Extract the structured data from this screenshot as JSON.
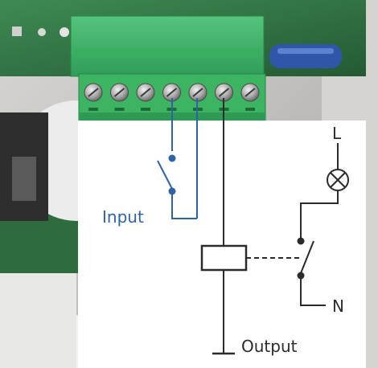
{
  "diagram": {
    "labels": {
      "input": "Input",
      "output": "Output",
      "line": "L",
      "neutral": "N"
    },
    "colors": {
      "input_wire": "#2f63a6",
      "input_text": "#2f63a6",
      "wire": "#2b2b2b",
      "terminal_green": "#3cb462",
      "terminal_green_dark": "#25864a",
      "pcb_green": "#2f6b3d",
      "panel": "#ffffff"
    }
  }
}
